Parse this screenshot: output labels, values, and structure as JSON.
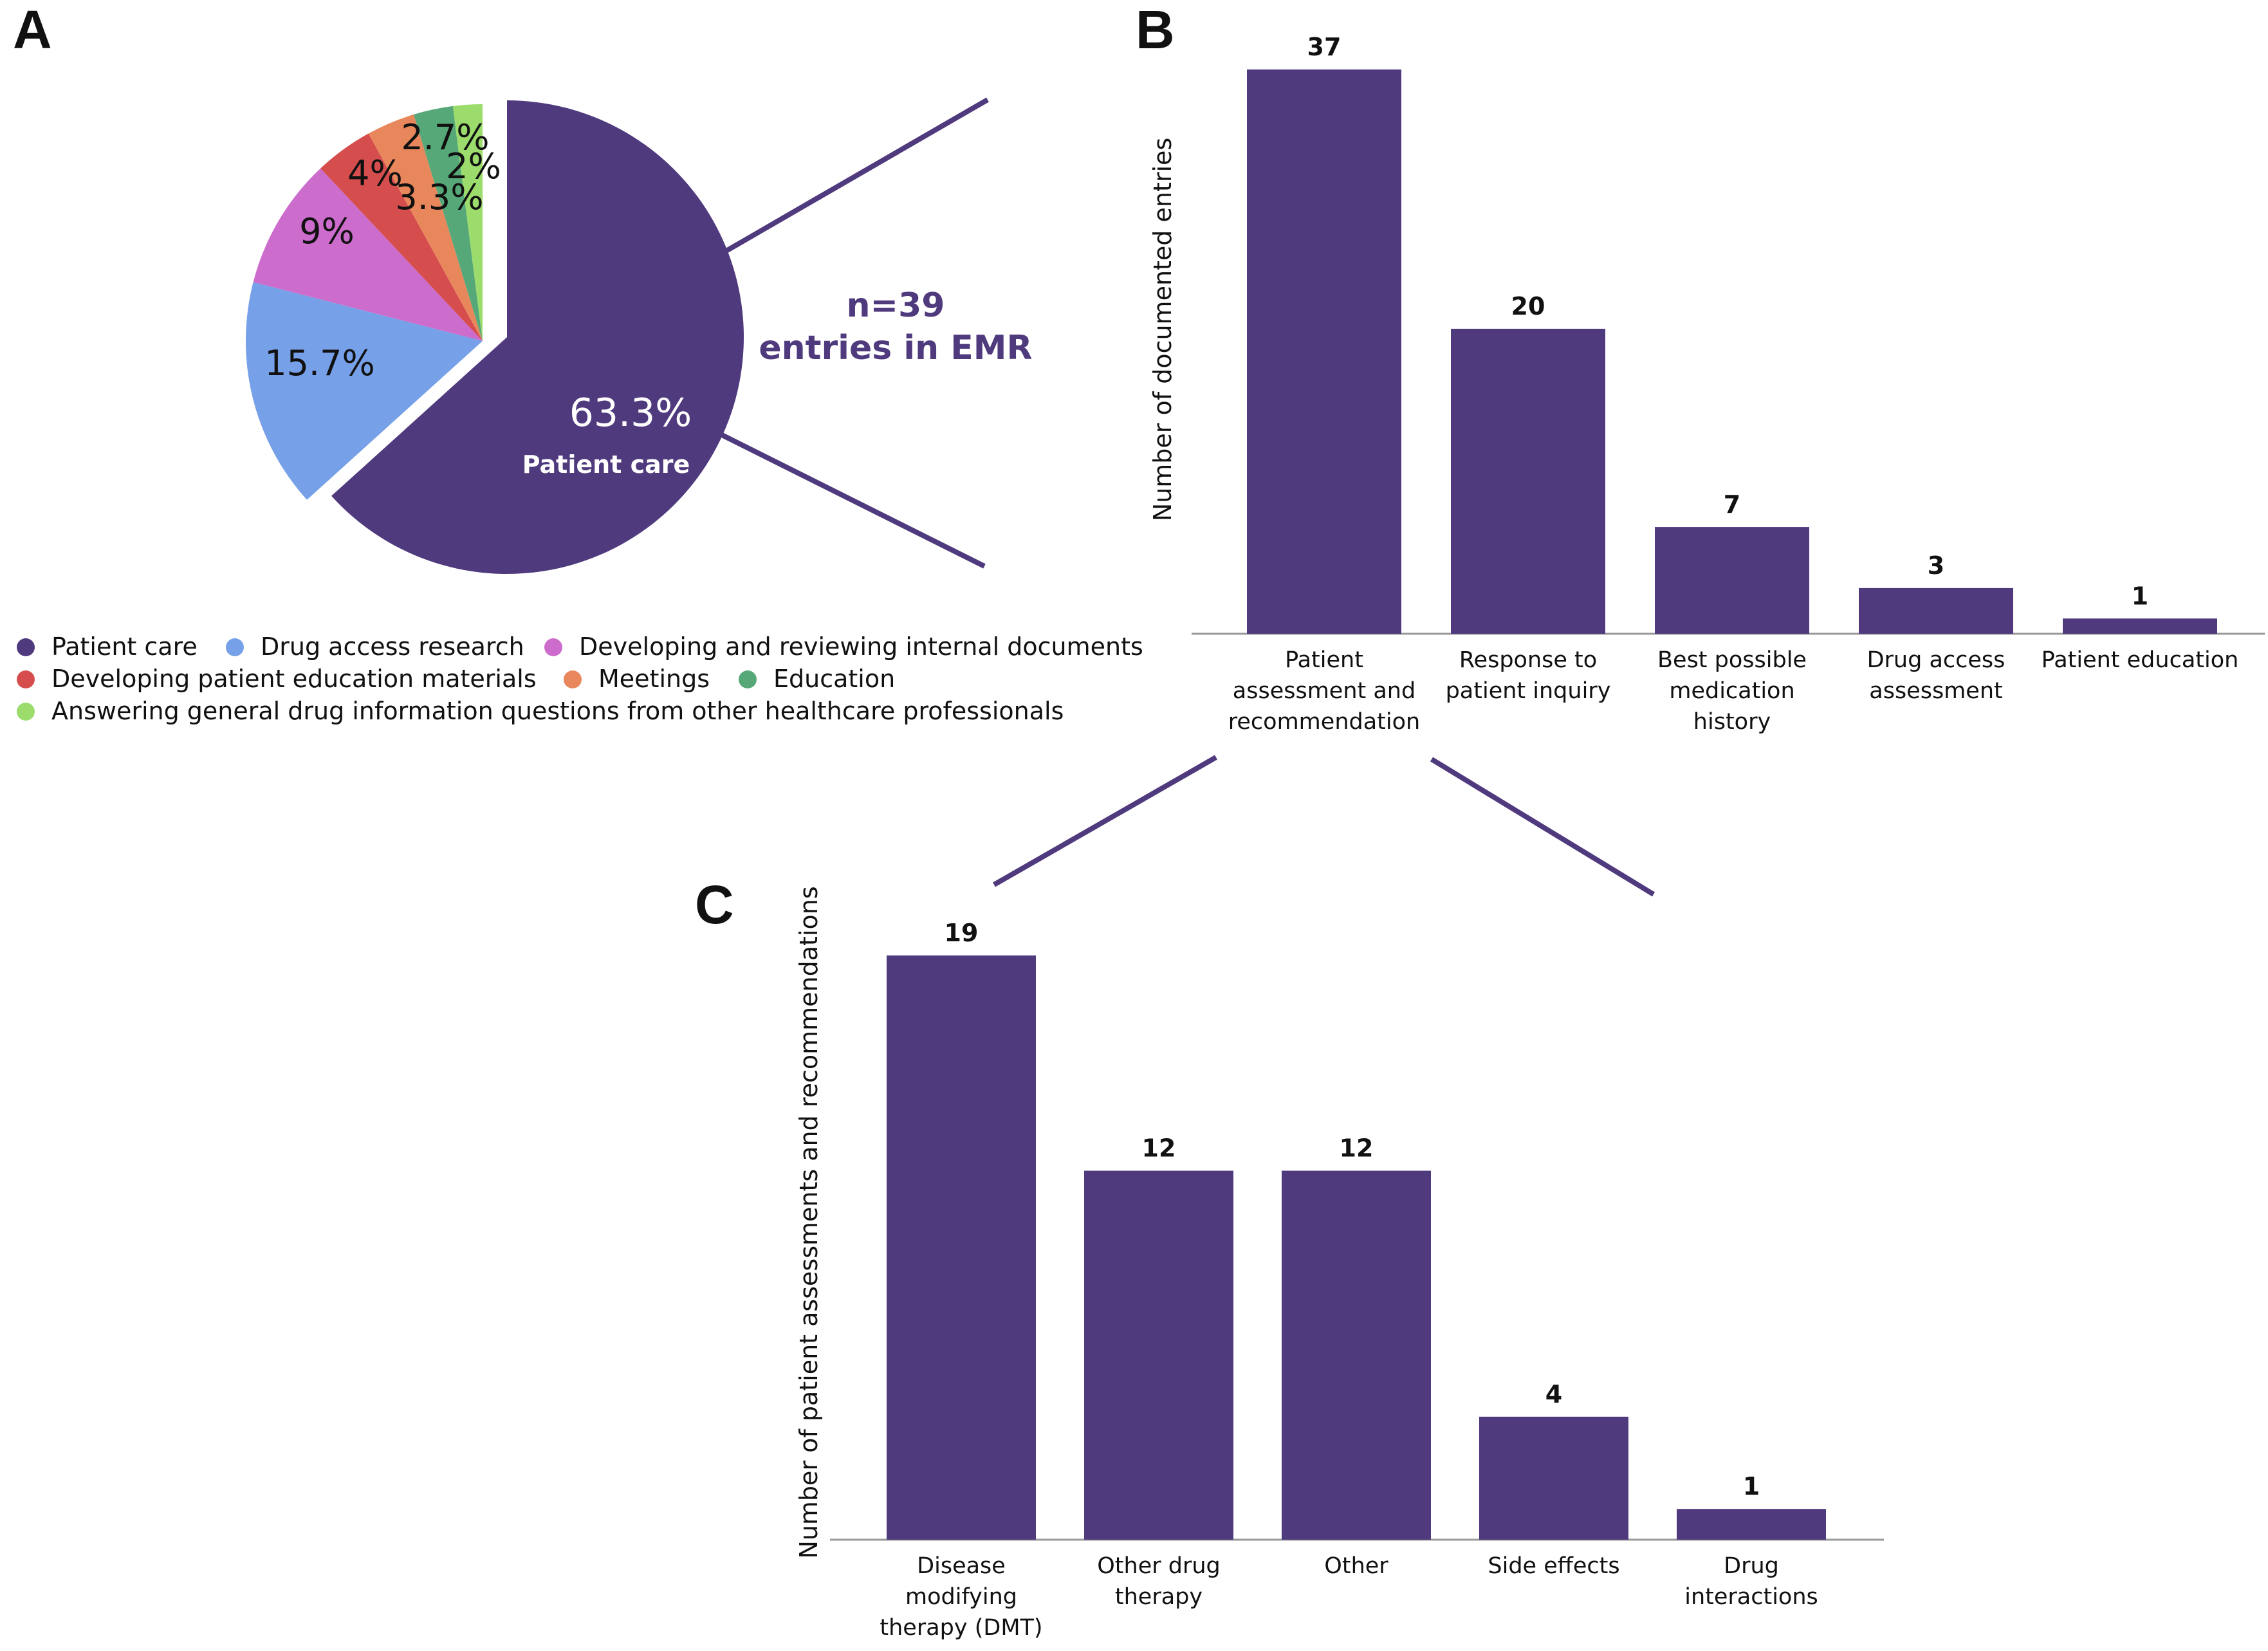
{
  "panels": {
    "a": "A",
    "b": "B",
    "c": "C"
  },
  "colors": {
    "accent": "#4f3a7e"
  },
  "callout": {
    "line1": "n=39",
    "line2": "entries in EMR"
  },
  "pie_labels": [
    "63.3%",
    "15.7%",
    "9%",
    "4%",
    "3.3%",
    "2.7%",
    "2%"
  ],
  "pie_main_sub": "Patient care",
  "chart_data": [
    {
      "type": "pie",
      "slices": [
        {
          "name": "Patient care",
          "value": 63.3,
          "color": "#4f3a7e"
        },
        {
          "name": "Drug access research",
          "value": 15.7,
          "color": "#76a0e8"
        },
        {
          "name": "Developing and reviewing internal documents",
          "value": 9,
          "color": "#cc6ccc"
        },
        {
          "name": "Developing patient education materials",
          "value": 4,
          "color": "#d64d4d"
        },
        {
          "name": "Meetings",
          "value": 3.3,
          "color": "#e8875c"
        },
        {
          "name": "Education",
          "value": 2.7,
          "color": "#57a878"
        },
        {
          "name": "Answering general drug information questions from other healthcare professionals",
          "value": 2,
          "color": "#9bdc6c"
        }
      ],
      "legend_position": "bottom"
    },
    {
      "type": "bar",
      "categories": [
        [
          "Patient",
          "assessment and",
          "recommendation"
        ],
        [
          "Response to",
          "patient inquiry"
        ],
        [
          "Best possible",
          "medication",
          "history"
        ],
        [
          "Drug access",
          "assessment"
        ],
        [
          "Patient education"
        ]
      ],
      "values": [
        37,
        20,
        7,
        3,
        1
      ],
      "ylabel": "Number of documented entries",
      "ylim": [
        0,
        37
      ],
      "color": "#4f3a7e",
      "grid": false
    },
    {
      "type": "bar",
      "categories": [
        [
          "Disease",
          "modifying",
          "therapy (DMT)"
        ],
        [
          "Other drug",
          "therapy"
        ],
        [
          "Other"
        ],
        [
          "Side effects"
        ],
        [
          "Drug",
          "interactions"
        ]
      ],
      "values": [
        19,
        12,
        12,
        4,
        1
      ],
      "ylabel": "Number of patient assessments and recommendations",
      "ylim": [
        0,
        19
      ],
      "color": "#4f3a7e",
      "grid": false
    }
  ]
}
